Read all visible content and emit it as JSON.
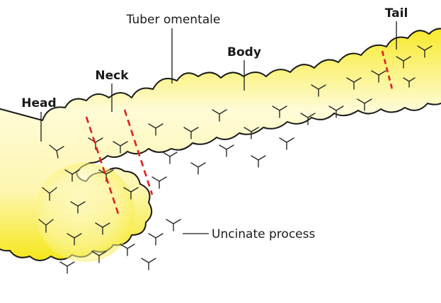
{
  "labels": {
    "head": "Head",
    "neck": "Neck",
    "tuber": "Tuber omentale",
    "body": "Body",
    "tail": "Tail",
    "uncinate": "Uncinate process"
  },
  "colors": {
    "organ_fill_light": "#fffbd6",
    "organ_fill_edge": "#f6ea1e",
    "outline": "#1a1a1a",
    "boundary_dash": "#e0201f"
  }
}
